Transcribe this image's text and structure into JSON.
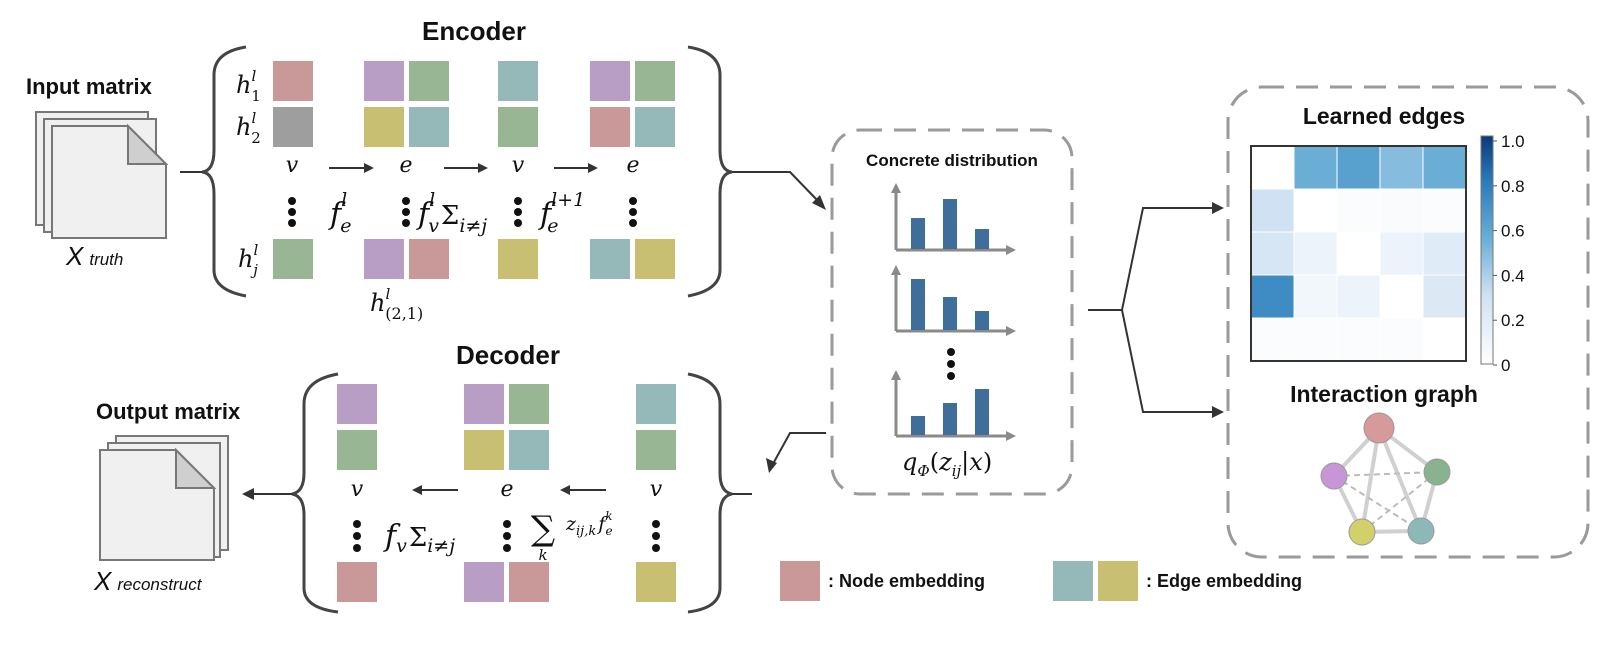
{
  "encoder": {
    "title": "Encoder",
    "h": "h",
    "l": "l",
    "one": "1",
    "two": "2",
    "j": "j",
    "v": "v",
    "e": "e",
    "f": "f",
    "v_sub": "v",
    "e_sub": "e",
    "sum_sub": "i≠j",
    "lp1": "l+1",
    "h21_sub": "(2,1)"
  },
  "decoder": {
    "title": "Decoder",
    "v": "v",
    "e": "e",
    "f": "f",
    "fv_sub": "v",
    "sum_sub": "i≠j",
    "sum_k": "k",
    "z": "z",
    "z_sub": "ij,k",
    "fe_sup": "k",
    "fe_sub": "e"
  },
  "input": {
    "title": "Input matrix",
    "x": "X",
    "x_sub": "truth"
  },
  "output": {
    "title": "Output matrix",
    "x": "X",
    "x_sub": "reconstruct"
  },
  "concrete": {
    "title": "Concrete distribution",
    "q": "q",
    "phi": "Φ",
    "z": "z",
    "ij": "ij",
    "bar": "|",
    "x": "x",
    "rp": ")",
    "lp": "("
  },
  "learned": {
    "title": "Learned edges",
    "colorbar_ticks": [
      "1.0",
      "0.8",
      "0.6",
      "0.4",
      "0.2",
      "0"
    ],
    "colorbar_range": [
      0,
      1
    ],
    "matrix": [
      [
        0.0,
        0.55,
        0.62,
        0.48,
        0.55
      ],
      [
        0.3,
        0.0,
        0.03,
        0.04,
        0.03
      ],
      [
        0.25,
        0.12,
        0.0,
        0.12,
        0.2
      ],
      [
        0.72,
        0.08,
        0.12,
        0.0,
        0.22
      ],
      [
        0.03,
        0.03,
        0.03,
        0.03,
        0.0
      ]
    ]
  },
  "interaction": {
    "title": "Interaction graph"
  },
  "legend": {
    "node": ": Node embedding",
    "edge": ": Edge embedding"
  },
  "colors": {
    "pink": "#c9999a",
    "purple": "#b89dc5",
    "green": "#98b594",
    "teal": "#94b9b8",
    "yellow": "#c9bf72",
    "gray": "#9e9e9e",
    "bar": "#3f6e9b",
    "dashed": "#9a9a9a"
  }
}
